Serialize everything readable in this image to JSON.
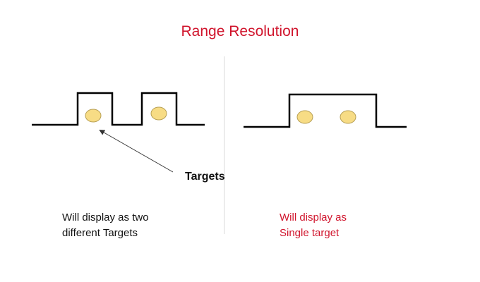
{
  "title": "Range Resolution",
  "annotation": {
    "label": "Targets"
  },
  "left_panel": {
    "caption_lines": [
      "Will display as two",
      "different Targets"
    ]
  },
  "right_panel": {
    "caption_lines": [
      "Will display as",
      "Single target"
    ]
  },
  "colors": {
    "title": "#d0142c",
    "right_caption": "#d0142c",
    "target_fill": "#f7dc85",
    "target_stroke": "#b8a055",
    "pulse": "#000000",
    "divider": "#d8d8d8"
  }
}
